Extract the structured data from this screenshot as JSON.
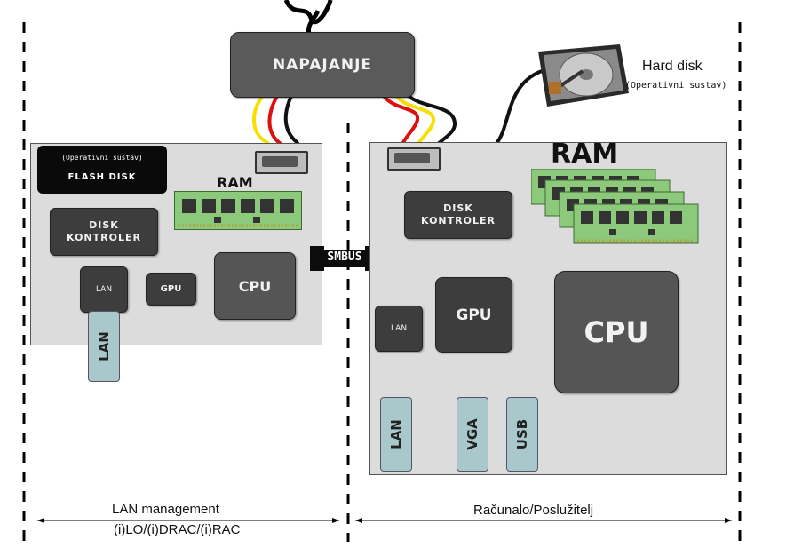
{
  "power": {
    "label": "NAPAJANJE"
  },
  "hard_disk": {
    "title": "Hard disk",
    "subtitle": "(Operativni sustav)"
  },
  "left_board": {
    "flash_os": "(Operativni sustav)",
    "flash_disk": "FLASH DISK",
    "ram_label": "RAM",
    "disk_controller": "DISK\nKONTROLER",
    "lan_chip": "LAN",
    "gpu": "GPU",
    "cpu": "CPU",
    "lan_port": "LAN"
  },
  "right_board": {
    "ram_label": "RAM",
    "disk_controller": "DISK\nKONTROLER",
    "gpu": "GPU",
    "lan_chip": "LAN",
    "cpu": "CPU",
    "ports": [
      "LAN",
      "VGA",
      "USB"
    ]
  },
  "smbus": {
    "label": "SMBUS"
  },
  "footer": {
    "left_line1": "LAN management",
    "left_line2": "(i)LO/(i)DRAC/(i)RAC",
    "right": "Računalo/Poslužitelj"
  },
  "colors": {
    "board": "#dcdcdc",
    "chip": "#3d3d3d",
    "port": "#a9c8cc",
    "ram_pcb": "#8cc97a",
    "wire_yellow": "#f5e000",
    "wire_red": "#dd1010",
    "wire_black": "#111111"
  }
}
